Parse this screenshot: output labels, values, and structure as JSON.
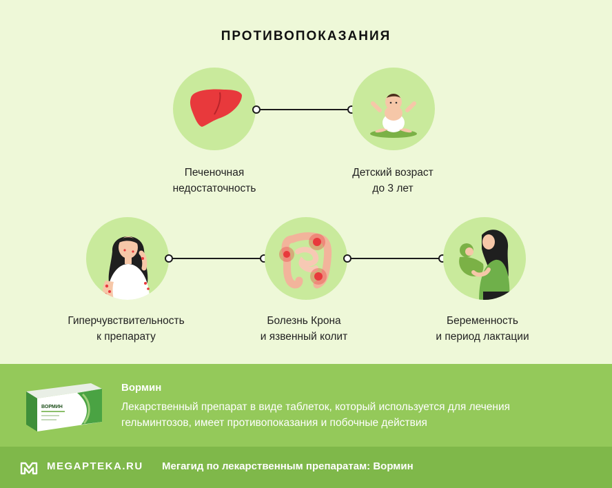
{
  "title": "ПРОТИВОПОКАЗАНИЯ",
  "contraindications": [
    {
      "line1": "Печеночная",
      "line2": "недостаточность",
      "icon": "liver-icon"
    },
    {
      "line1": "Детский возраст",
      "line2": "до 3 лет",
      "icon": "baby-icon"
    },
    {
      "line1": "Гиперчувствительность",
      "line2": "к препарату",
      "icon": "allergy-woman-icon"
    },
    {
      "line1": "Болезнь Крона",
      "line2": "и язвенный колит",
      "icon": "intestine-icon"
    },
    {
      "line1": "Беременность",
      "line2": "и период лактации",
      "icon": "mother-baby-icon"
    }
  ],
  "product": {
    "name": "Вормин",
    "description_line1": "Лекарственный препарат в виде таблеток, который используется для лечения",
    "description_line2": "гельминтозов, имеет противопоказания и побочные действия",
    "box_label": "ВОРМИН"
  },
  "footer": {
    "logo_text": "MEGAPTEKA.RU",
    "caption": "Мегагид по лекарственным препаратам: Вормин"
  },
  "colors": {
    "background": "#EEF8D8",
    "circle": "#C9EA9C",
    "band": "#94C95A",
    "footer": "#7FB84A",
    "accent_red": "#E8393C"
  }
}
